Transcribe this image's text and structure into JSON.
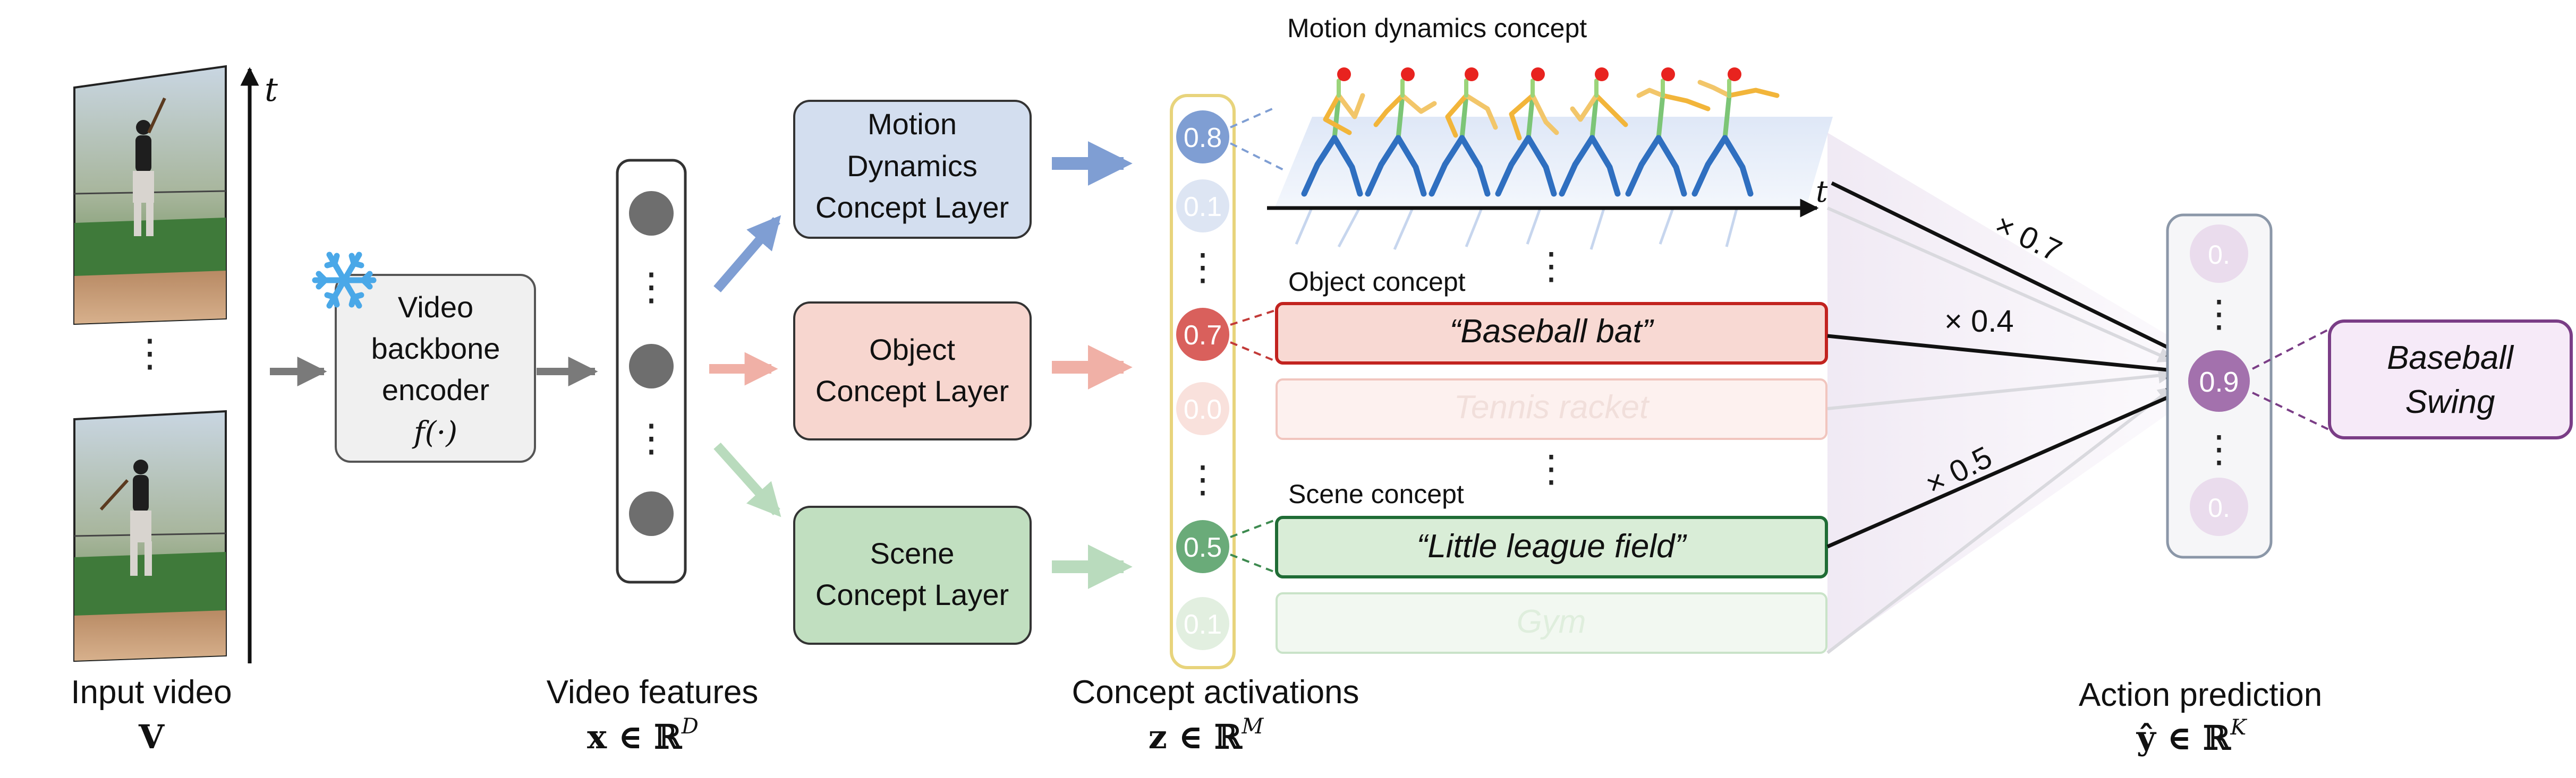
{
  "input": {
    "time_axis_label": "t",
    "ellipsis": "⋮",
    "caption_title": "Input video",
    "caption_symbol": "V"
  },
  "encoder": {
    "line1": "Video",
    "line2": "backbone",
    "line3": "encoder",
    "line4": "f(·)",
    "frozen_icon": "snowflake-icon"
  },
  "features": {
    "ellipsis": "⋮",
    "caption_title": "Video features",
    "caption_formula": "x ∈ ℝ",
    "caption_sup": "D"
  },
  "concept_layers": [
    {
      "line1": "Motion",
      "line2": "Dynamics",
      "line3": "Concept Layer"
    },
    {
      "line1": "Object",
      "line2": "Concept Layer"
    },
    {
      "line1": "Scene",
      "line2": "Concept Layer"
    }
  ],
  "activations": {
    "values": [
      "0.8",
      "0.1",
      "0.7",
      "0.0",
      "0.5",
      "0.1"
    ],
    "ellipsis": "⋮",
    "caption_title": "Concept activations",
    "caption_formula": "z ∈ ℝ",
    "caption_sup": "M"
  },
  "concepts": {
    "motion_title": "Motion dynamics concept",
    "motion_time_label": "t",
    "object_title": "Object concept",
    "object_active": "“Baseball bat”",
    "object_inactive": "Tennis racket",
    "scene_title": "Scene concept",
    "scene_active": "“Little league field”",
    "scene_inactive": "Gym",
    "ellipsis": "⋮"
  },
  "weights": [
    "× 0.7",
    "× 0.4",
    "× 0.5"
  ],
  "prediction": {
    "top_value": "0.",
    "main_value": "0.9",
    "bottom_value": "0.",
    "ellipsis": "⋮",
    "label_line1": "Baseball",
    "label_line2": "Swing",
    "caption_title": "Action prediction",
    "caption_formula": "ŷ ∈ ℝ",
    "caption_sup": "K"
  },
  "colors": {
    "motion": "#7f9ed3",
    "object": "#e67470",
    "scene": "#6aab79",
    "prediction": "#a371ad",
    "activation_border": "#e8d47c"
  }
}
